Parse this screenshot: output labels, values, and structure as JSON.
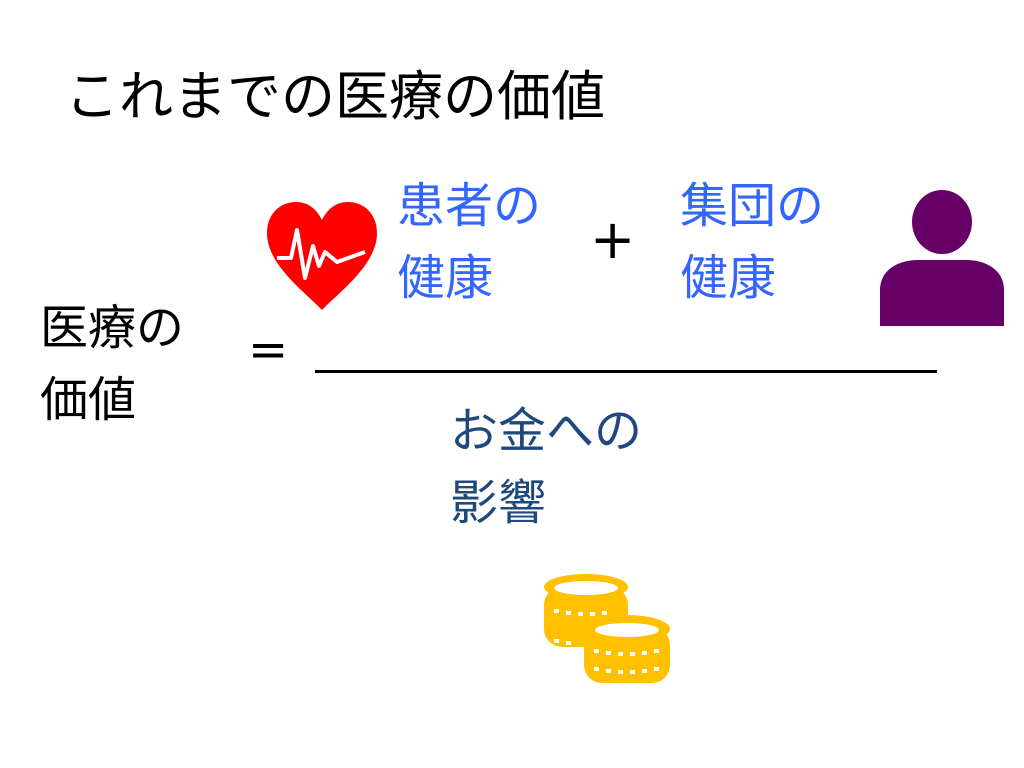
{
  "slide": {
    "title": "これまでの医療の価値",
    "lhs": {
      "line1": "医療の",
      "line2": "価値"
    },
    "equals": "=",
    "plus": "+",
    "numerator_left": {
      "line1": "患者の",
      "line2": "健康",
      "icon": "heart-pulse-icon"
    },
    "numerator_right": {
      "line1": "集団の",
      "line2": "健康",
      "icon": "person-icon"
    },
    "denominator": {
      "line1": "お金への",
      "line2": "影響",
      "icon": "coins-icon"
    },
    "colors": {
      "numerator": "#3366ff",
      "denominator": "#1f497d",
      "heart": "#ff0000",
      "person": "#660066",
      "coins": "#ffc000"
    }
  }
}
